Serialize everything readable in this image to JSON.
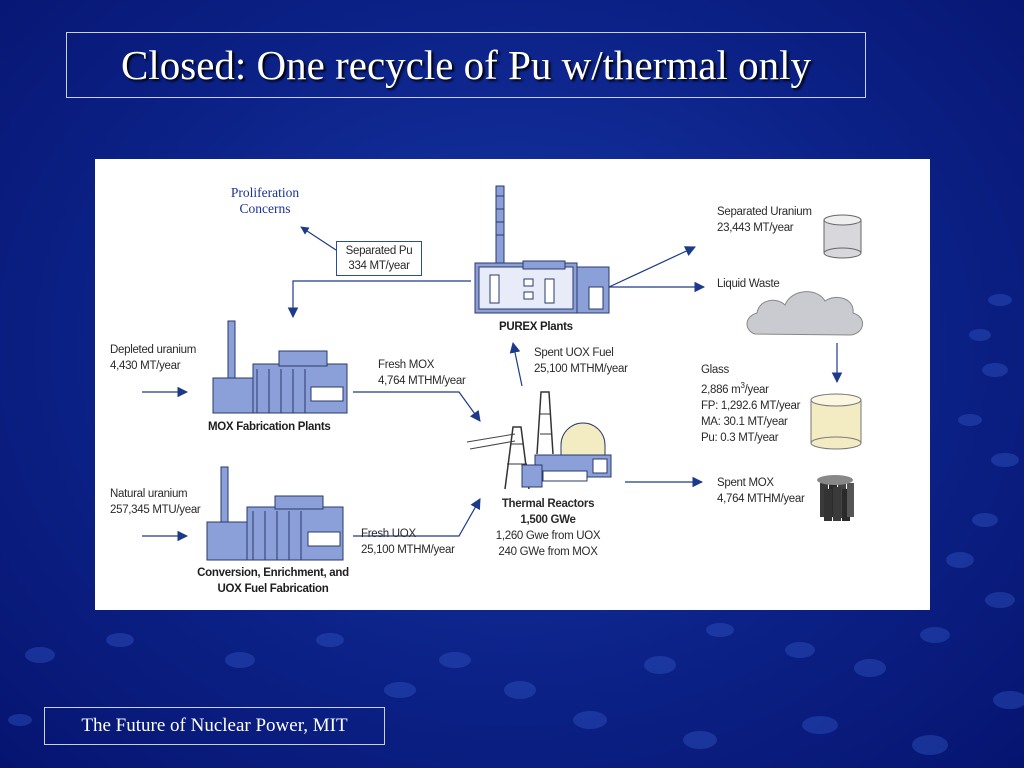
{
  "slide": {
    "title": "Closed:  One recycle of Pu w/thermal only",
    "footer": "The Future of Nuclear Power, MIT"
  },
  "diagram": {
    "proliferation": [
      "Proliferation",
      "Concerns"
    ],
    "separated_pu": {
      "label": "Separated Pu",
      "value": "334 MT/year"
    },
    "purex": {
      "label": "PUREX Plants"
    },
    "separated_uranium": {
      "label": "Separated Uranium",
      "value": "23,443 MT/year"
    },
    "liquid_waste": {
      "label": "Liquid Waste"
    },
    "depleted_uranium": {
      "label": "Depleted uranium",
      "value": "4,430 MT/year"
    },
    "fresh_mox": {
      "label": "Fresh MOX",
      "value": "4,764 MTHM/year"
    },
    "spent_uox": {
      "label": "Spent UOX Fuel",
      "value": "25,100 MTHM/year"
    },
    "mox_fab": {
      "label": "MOX Fabrication Plants"
    },
    "glass": {
      "label": "Glass",
      "volume": "2,886 m",
      "volume_sup": "3",
      "volume_unit": "/year",
      "fp": "FP: 1,292.6 MT/year",
      "ma": "MA: 30.1 MT/year",
      "pu": "Pu: 0.3 MT/year"
    },
    "natural_uranium": {
      "label": "Natural uranium",
      "value": "257,345 MTU/year"
    },
    "thermal_reactors": {
      "label": "Thermal Reactors",
      "capacity": "1,500 GWe",
      "uox": "1,260 Gwe from UOX",
      "mox": "240 GWe from MOX"
    },
    "spent_mox": {
      "label": "Spent MOX",
      "value": "4,764 MTHM/year"
    },
    "fresh_uox": {
      "label": "Fresh UOX",
      "value": "25,100 MTHM/year"
    },
    "conversion": [
      "Conversion, Enrichment, and",
      "UOX Fuel Fabrication"
    ]
  },
  "colors": {
    "background": "#0c2288",
    "building": "#8b9fd8",
    "building_outline": "#2a3a6a",
    "arrow": "#1d3a8a",
    "cloud": "#c9cbd0",
    "glass": "#f3ecc2",
    "uranium_drum": "#d8d8dc"
  }
}
